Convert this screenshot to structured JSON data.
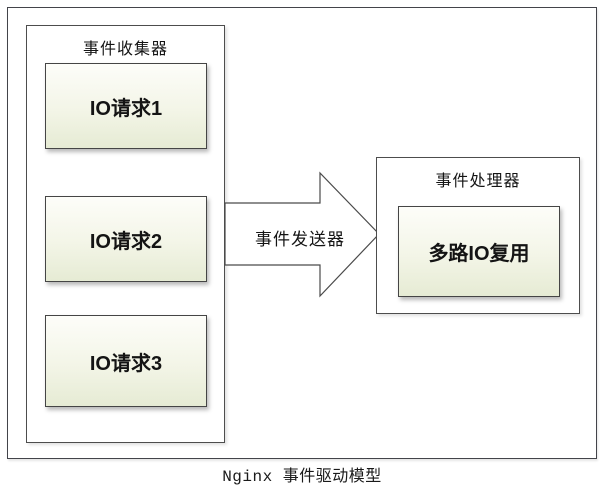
{
  "diagram": {
    "caption": "Nginx 事件驱动模型",
    "collector": {
      "title": "事件收集器",
      "items": [
        {
          "label": "IO请求1"
        },
        {
          "label": "IO请求2"
        },
        {
          "label": "IO请求3"
        }
      ]
    },
    "sender": {
      "label": "事件发送器"
    },
    "processor": {
      "title": "事件处理器",
      "box_label": "多路IO复用"
    },
    "colors": {
      "frame_border": "#43444a",
      "box_border": "#454545",
      "box_gradient_top": "#fdfdf9",
      "box_gradient_bottom": "#e6ebd4",
      "arrow_fill": "#ffffff",
      "arrow_stroke": "#4a4a4a",
      "text": "#141414",
      "background": "#ffffff"
    }
  }
}
